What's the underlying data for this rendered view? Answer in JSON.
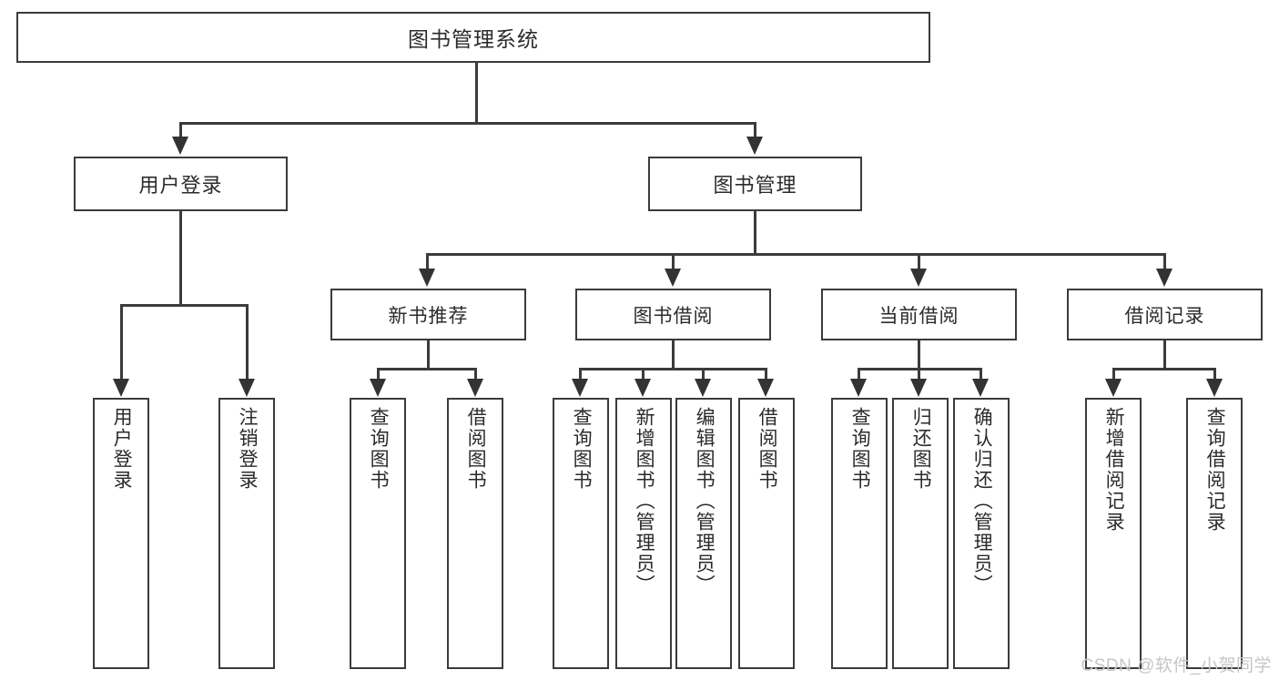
{
  "diagram": {
    "type": "tree",
    "title": "图书管理系统",
    "root": {
      "label": "图书管理系统"
    },
    "level2": [
      {
        "label": "用户登录"
      },
      {
        "label": "图书管理"
      }
    ],
    "level3": [
      {
        "label": "新书推荐"
      },
      {
        "label": "图书借阅"
      },
      {
        "label": "当前借阅"
      },
      {
        "label": "借阅记录"
      }
    ],
    "leaves": {
      "user_login": [
        {
          "label": "用户登录"
        },
        {
          "label": "注销登录"
        }
      ],
      "new_book_recommend": [
        {
          "label": "查询图书"
        },
        {
          "label": "借阅图书"
        }
      ],
      "book_borrow": [
        {
          "label": "查询图书"
        },
        {
          "label": "新增图书（管理员）"
        },
        {
          "label": "编辑图书（管理员）"
        },
        {
          "label": "借阅图书"
        }
      ],
      "current_borrow": [
        {
          "label": "查询图书"
        },
        {
          "label": "归还图书"
        },
        {
          "label": "确认归还（管理员）"
        }
      ],
      "borrow_records": [
        {
          "label": "新增借阅记录"
        },
        {
          "label": "查询借阅记录"
        }
      ]
    }
  },
  "watermark": {
    "text": "CSDN @软件_小贺同学"
  },
  "colors": {
    "stroke": "#3b3b3b",
    "arrow": "#333333",
    "fill": "#ffffff",
    "text": "#2b2b2b",
    "watermark": "#c6c6c6"
  }
}
